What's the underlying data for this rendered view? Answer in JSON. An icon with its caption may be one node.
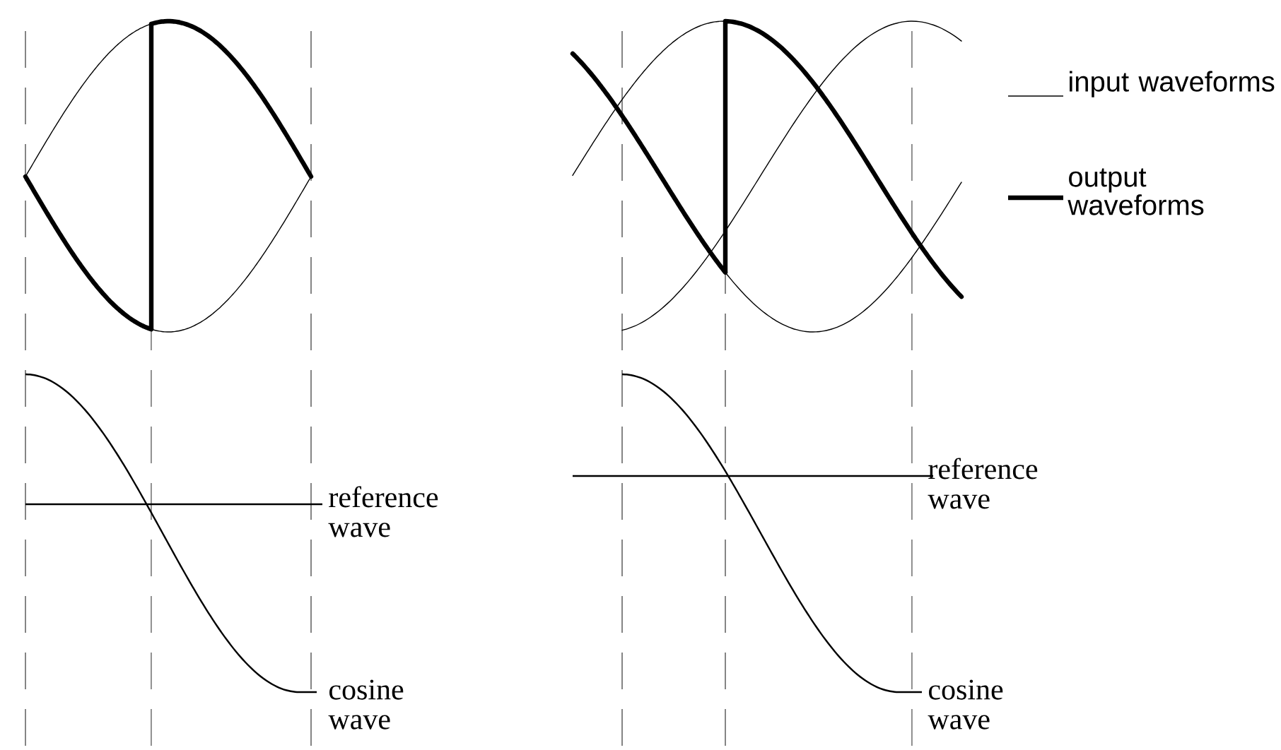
{
  "diagram": {
    "labels": [
      "reference wave",
      "cosine wave",
      "reference wave",
      "cosine wave"
    ],
    "legend": [
      {
        "text": "input waveforms"
      },
      {
        "text": "output waveforms"
      }
    ]
  }
}
